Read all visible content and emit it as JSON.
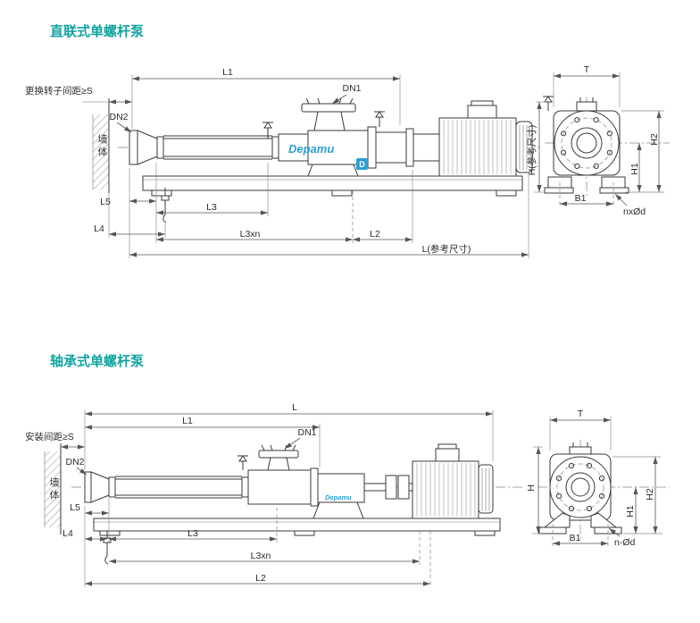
{
  "colors": {
    "heading": "#12a3a0",
    "brand": "#2e9fd4",
    "line": "#3a3a3a",
    "dim": "#555555"
  },
  "sections": [
    {
      "title": "直联式单螺杆泵",
      "brand": "Depamu",
      "brand_badge": "D",
      "wall_label": "墙体",
      "clearance_label": "更换转子间距≥S",
      "dims": {
        "L1": "L1",
        "DN1": "DN1",
        "DN2": "DN2",
        "L5": "L5",
        "L3": "L3",
        "L4": "L4",
        "L3xn": "L3xn",
        "L2": "L2",
        "L_ref": "L(参考尺寸)",
        "T": "T",
        "H_ref": "H(参考尺寸)",
        "H1": "H1",
        "H2": "H2",
        "B1": "B1",
        "bolt_note": "nxØd"
      }
    },
    {
      "title": "轴承式单螺杆泵",
      "brand": "Depamu",
      "wall_label": "墙体",
      "clearance_label": "安装间距≥S",
      "dims": {
        "L": "L",
        "L1": "L1",
        "DN1": "DN1",
        "DN2": "DN2",
        "L5": "L5",
        "L3": "L3",
        "L4": "L4",
        "L3xn": "L3xn",
        "L2": "L2",
        "T": "T",
        "H": "H",
        "H1": "H1",
        "H2": "H2",
        "B1": "B1",
        "bolt_note": "n-Ød"
      }
    }
  ]
}
